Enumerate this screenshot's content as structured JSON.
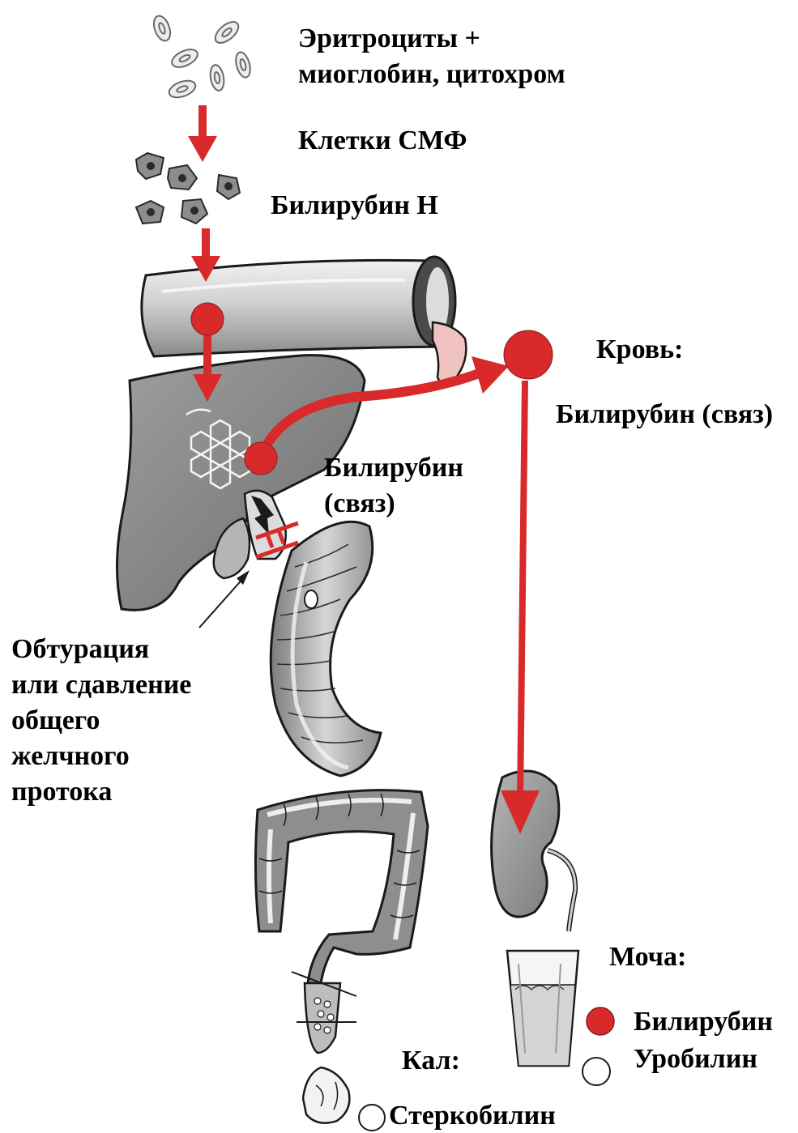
{
  "labels": {
    "erythrocytes": "Эритроциты +",
    "myoglobin": "миоглобин, цитохром",
    "smf_cells": "Клетки СМФ",
    "bilirubin_n": "Билирубин Н",
    "blood_title": "Кровь:",
    "blood_bilirubin": "Билирубин (связ)",
    "liver_bilirubin_line1": "Билирубин",
    "liver_bilirubin_line2": "(связ)",
    "obstruction_lines": [
      "Обтурация",
      "или сдавление",
      "общего",
      "желчного",
      "протока"
    ],
    "urine_title": "Моча:",
    "urine_bilirubin": "Билирубин",
    "urine_urobilin": "Уробилин",
    "feces_title": "Кал:",
    "stercobilin": "Стеркобилин"
  },
  "colors": {
    "pathway_red": "#d82a2a",
    "outline": "#1a1a1a",
    "organ_gray": "#9a9a9a",
    "light_gray": "#d9d9d9"
  },
  "icons": [
    "erythrocyte-icon",
    "smf-cell-icon",
    "blood-vessel",
    "liver",
    "gallbladder",
    "bile-duct-blockage",
    "duodenum",
    "colon",
    "kidney",
    "urine-glass",
    "feces"
  ]
}
